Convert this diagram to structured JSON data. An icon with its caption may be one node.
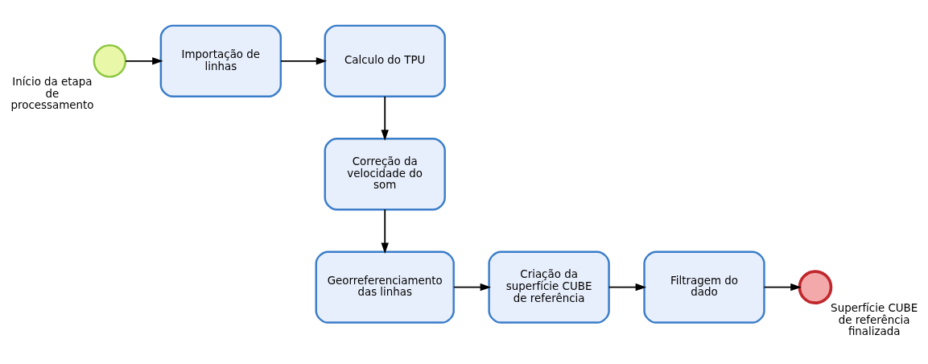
{
  "diagram": {
    "nodes": [
      {
        "text": [],
        "shape": "circle",
        "beside": [
          "Início da etapa de processamento"
        ]
      },
      {
        "text": [
          "Importação de linhas"
        ]
      },
      {
        "text": [
          "Calculo do TPU"
        ]
      },
      {
        "text": [
          "Correção da velocidade do som"
        ]
      },
      {
        "text": [
          "Georreferenciamento das linhas"
        ]
      },
      {
        "text": [
          "Criação da superfície CUBE de referência"
        ]
      },
      {
        "text": [
          "Filtragem do dado"
        ]
      },
      {
        "text": [],
        "shape": "circle",
        "beside": [
          "Superfície CUBE de referência finalizada"
        ]
      }
    ],
    "edges": [
      {
        "from": 0,
        "to": 1,
        "arrow": "to"
      },
      {
        "from": 1,
        "to": 2,
        "arrow": "to"
      },
      {
        "from": 2,
        "to": 3,
        "arrow": "to"
      },
      {
        "from": 3,
        "to": 4,
        "arrow": "to"
      },
      {
        "from": 4,
        "to": 5,
        "arrow": "to"
      },
      {
        "from": 5,
        "to": 6,
        "arrow": "to"
      },
      {
        "from": 6,
        "to": 7,
        "arrow": "to"
      }
    ]
  }
}
